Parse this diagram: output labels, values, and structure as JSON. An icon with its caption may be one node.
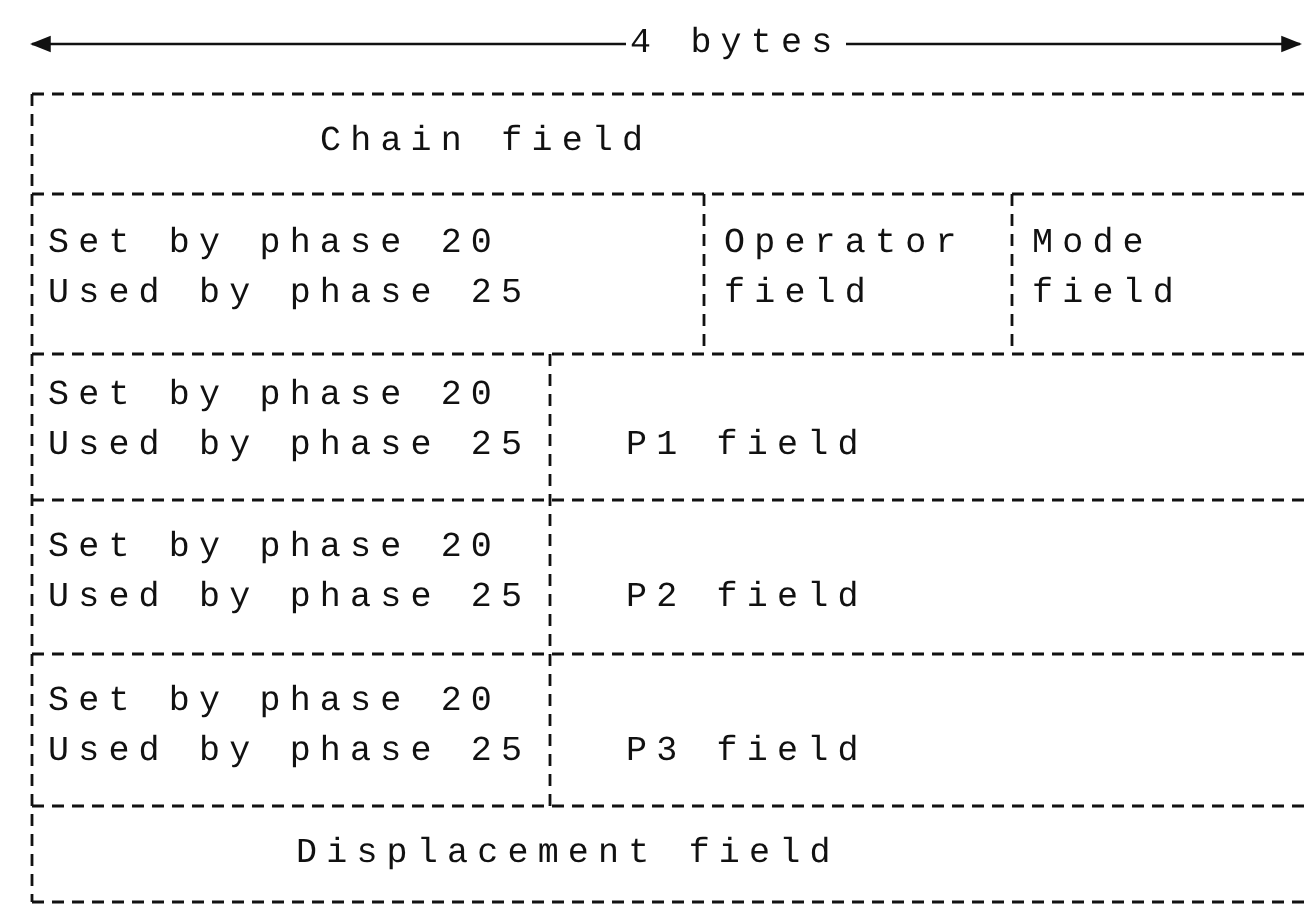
{
  "diagram": {
    "labels": [
      "4 bytes",
      "Chain field",
      "Set by phase 20 Used by phase 25",
      "Operator field",
      "Mode field",
      "Set by phase 20 Used by phase 25",
      "P1 field",
      "Set by phase 20 Used by phase 25",
      "P2 field",
      "Set by phase 20 Used by phase 25",
      "P3 field",
      "Displacement field"
    ]
  }
}
